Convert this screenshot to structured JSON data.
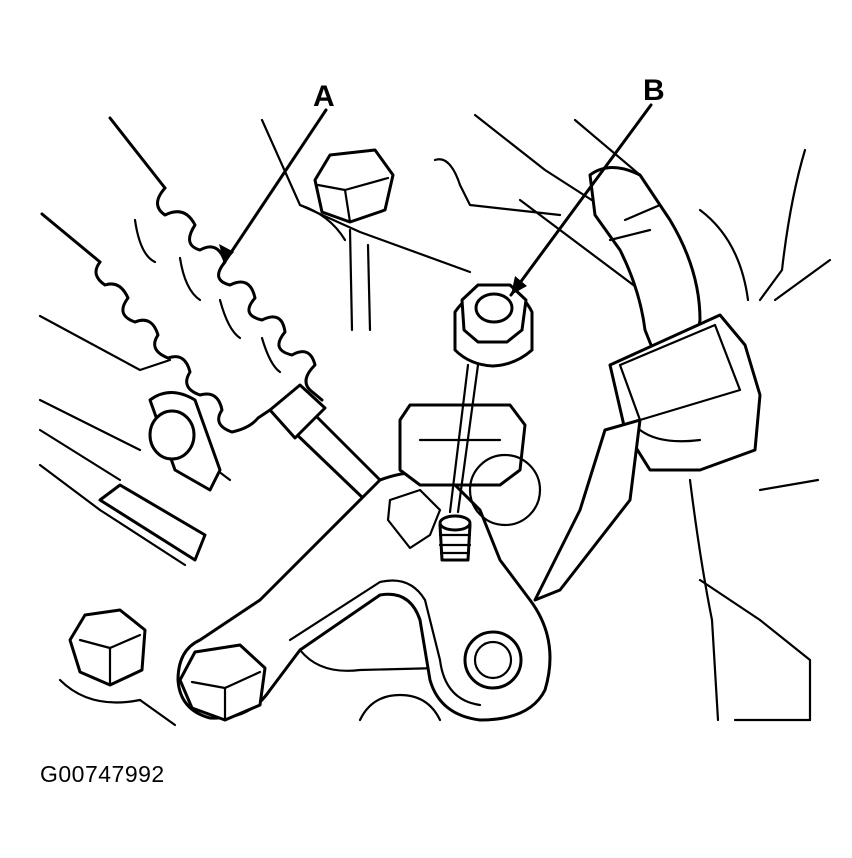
{
  "figure": {
    "id": "G00747992",
    "callouts": [
      {
        "label": "A",
        "name": "shift-cable-boot"
      },
      {
        "label": "B",
        "name": "mounting-nut"
      }
    ]
  }
}
